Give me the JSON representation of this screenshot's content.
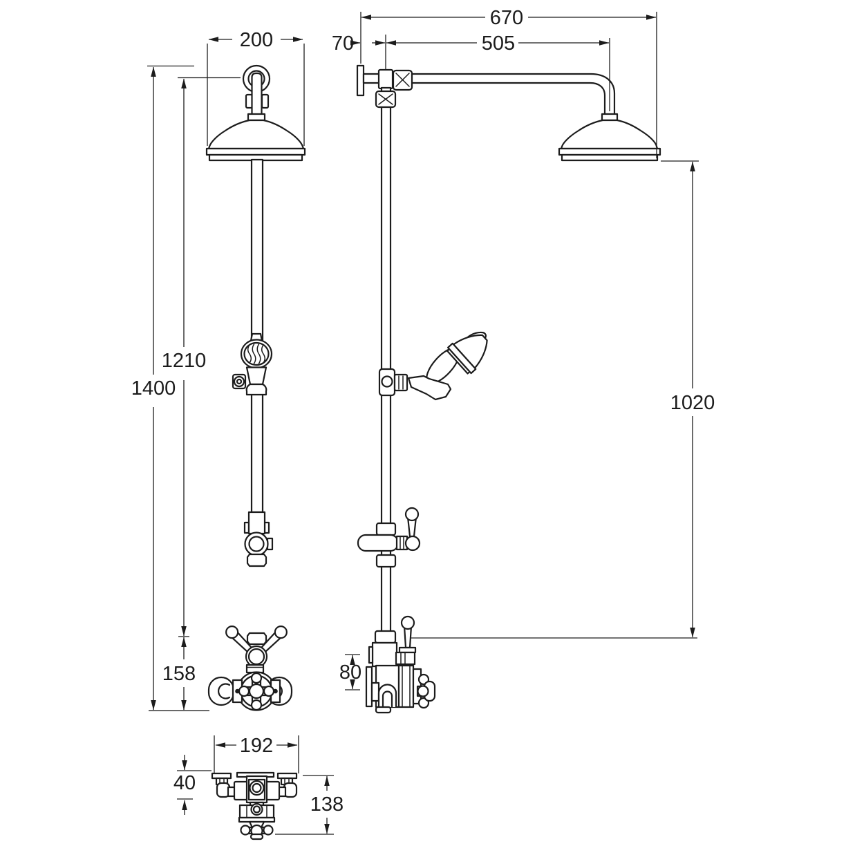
{
  "colors": {
    "line": "#1c1c1c",
    "background": "#ffffff"
  },
  "dims": {
    "front": {
      "head_width": "200",
      "hook_to_valve_centre": "1210",
      "overall_height": "1400",
      "valve_centre_to_base": "158"
    },
    "side": {
      "overall_projection": "670",
      "wall_to_riser": "70",
      "riser_to_head_centre": "505",
      "head_to_valve_centre": "1020",
      "valve_offset": "80"
    },
    "plan": {
      "body_width": "192",
      "inlet_depth": "40",
      "overall_depth": "138"
    }
  }
}
